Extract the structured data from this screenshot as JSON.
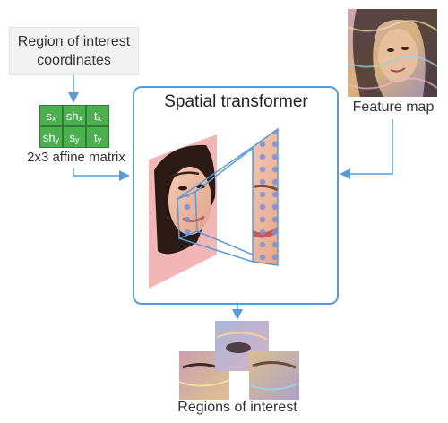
{
  "roi_input": {
    "line1": "Region of interest",
    "line2": "coordinates"
  },
  "matrix": {
    "cells": [
      {
        "base": "s",
        "sub": "x"
      },
      {
        "base": "sh",
        "sub": "x"
      },
      {
        "base": "t",
        "sub": "x"
      },
      {
        "base": "sh",
        "sub": "y"
      },
      {
        "base": "s",
        "sub": "y"
      },
      {
        "base": "t",
        "sub": "y"
      }
    ],
    "caption": "2x3 affine matrix"
  },
  "transformer": {
    "title": "Spatial transformer"
  },
  "feature_map": {
    "caption": "Feature map"
  },
  "output": {
    "caption": "Regions of interest"
  },
  "colors": {
    "arrow": "#5b9bd5",
    "matrix_fill": "#4caf50",
    "panel_border": "#5b9bd5",
    "background": "#ffffff"
  }
}
